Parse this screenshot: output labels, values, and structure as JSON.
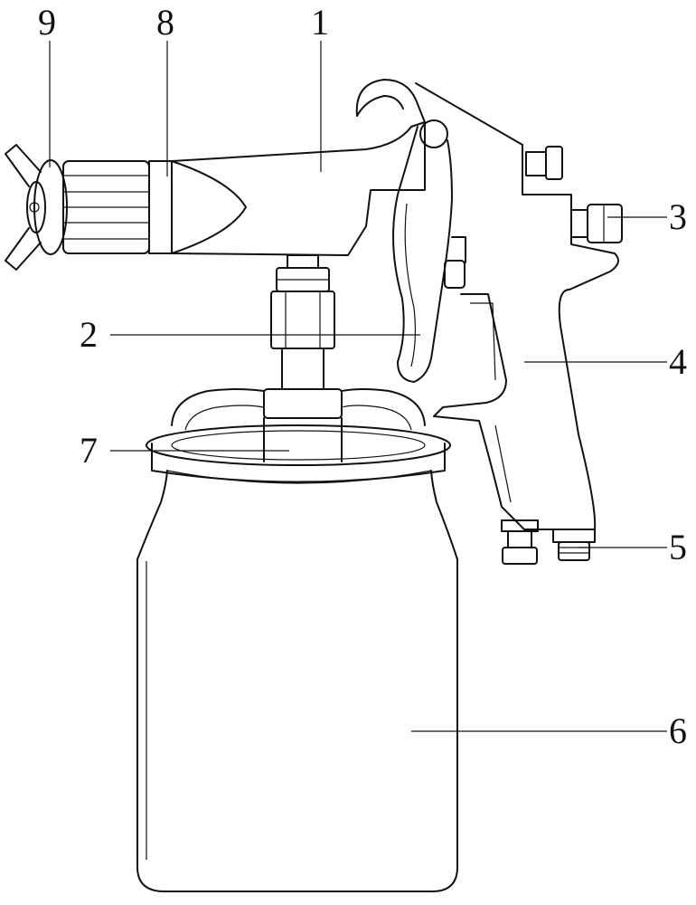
{
  "labels": [
    {
      "id": "1",
      "text": "1"
    },
    {
      "id": "2",
      "text": "2"
    },
    {
      "id": "3",
      "text": "3"
    },
    {
      "id": "4",
      "text": "4"
    },
    {
      "id": "5",
      "text": "5"
    },
    {
      "id": "6",
      "text": "6"
    },
    {
      "id": "7",
      "text": "7"
    },
    {
      "id": "8",
      "text": "8"
    },
    {
      "id": "9",
      "text": "9"
    }
  ],
  "colors": {
    "ink": "#111111",
    "background": "#ffffff"
  }
}
